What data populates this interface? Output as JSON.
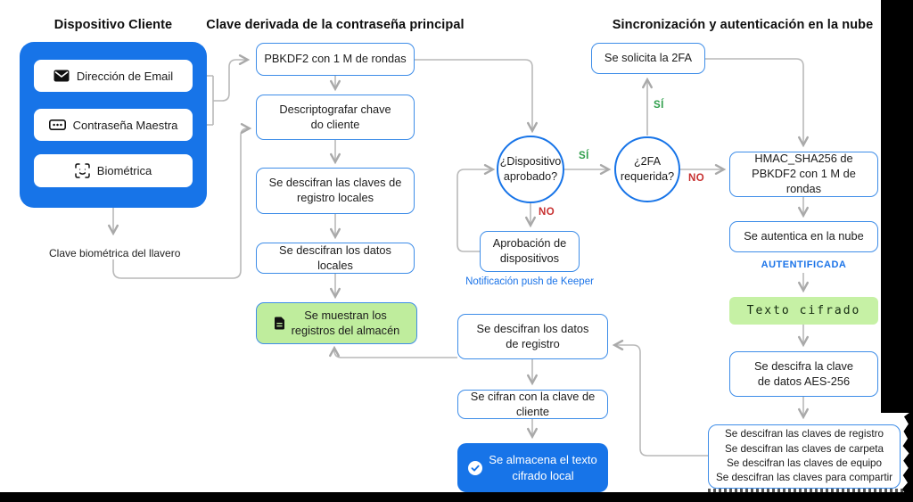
{
  "headings": {
    "device": "Dispositivo Cliente",
    "derived_key": "Clave derivada de la contraseña principal",
    "cloud_sync": "Sincronización y autenticación en la nube"
  },
  "device_panel": {
    "items": [
      {
        "icon": "email-icon",
        "label": "Dirección de Email"
      },
      {
        "icon": "password-icon",
        "label": "Contraseña Maestra"
      },
      {
        "icon": "face-scan-icon",
        "label": "Biométrica"
      }
    ],
    "keychain_caption": "Clave biométrica del llavero"
  },
  "derived_column": {
    "pbkdf2": "PBKDF2 con 1 M de rondas",
    "decrypt_client_key": "Descriptografar chave\ndo cliente",
    "decrypt_record_keys": "Se descifran las claves de\nregistro locales",
    "decrypt_local_data": "Se descifran los datos locales",
    "show_vault_records": "Se muestran los\nregistros del almacén"
  },
  "decisions": {
    "device_approved": "¿Dispositivo\naprobado?",
    "twofa_required": "¿2FA\nrequerida?",
    "yes": "SÍ",
    "no": "NO",
    "device_approval": "Aprobación de\ndispositivos",
    "push_caption": "Notificación push de Keeper",
    "request_2fa": "Se solicita la 2FA"
  },
  "cloud_column": {
    "hmac": "HMAC_SHA256 de\nPBKDF2 con 1 M de rondas",
    "authenticate": "Se autentica en la nube",
    "authenticated_caption": "AUTENTIFICADA",
    "ciphertext": "Texto cifrado",
    "decrypt_data_key": "Se descifra la clave\nde datos AES-256",
    "decrypt_keys_lines": [
      "Se descifran las claves de registro",
      "Se descifran las claves de carpeta",
      "Se descifran las claves de equipo",
      "Se descifran las claves para compartir"
    ]
  },
  "bottom_flow": {
    "decrypt_record_data": "Se descifran los datos\nde registro",
    "encrypt_client_key": "Se cifran con la clave de cliente",
    "store_ciphertext": "Se almacena el texto\ncifrado local"
  },
  "colors": {
    "accent_blue": "#1774e8",
    "node_border_blue": "#3e8de8",
    "green_fill": "#bfed9d",
    "ciphertext_green": "#c6f1a5",
    "line_gray": "#b9b9b9",
    "yes_green": "#2e9e4a",
    "no_red": "#c73030",
    "caption_blue": "#1a73e8"
  }
}
